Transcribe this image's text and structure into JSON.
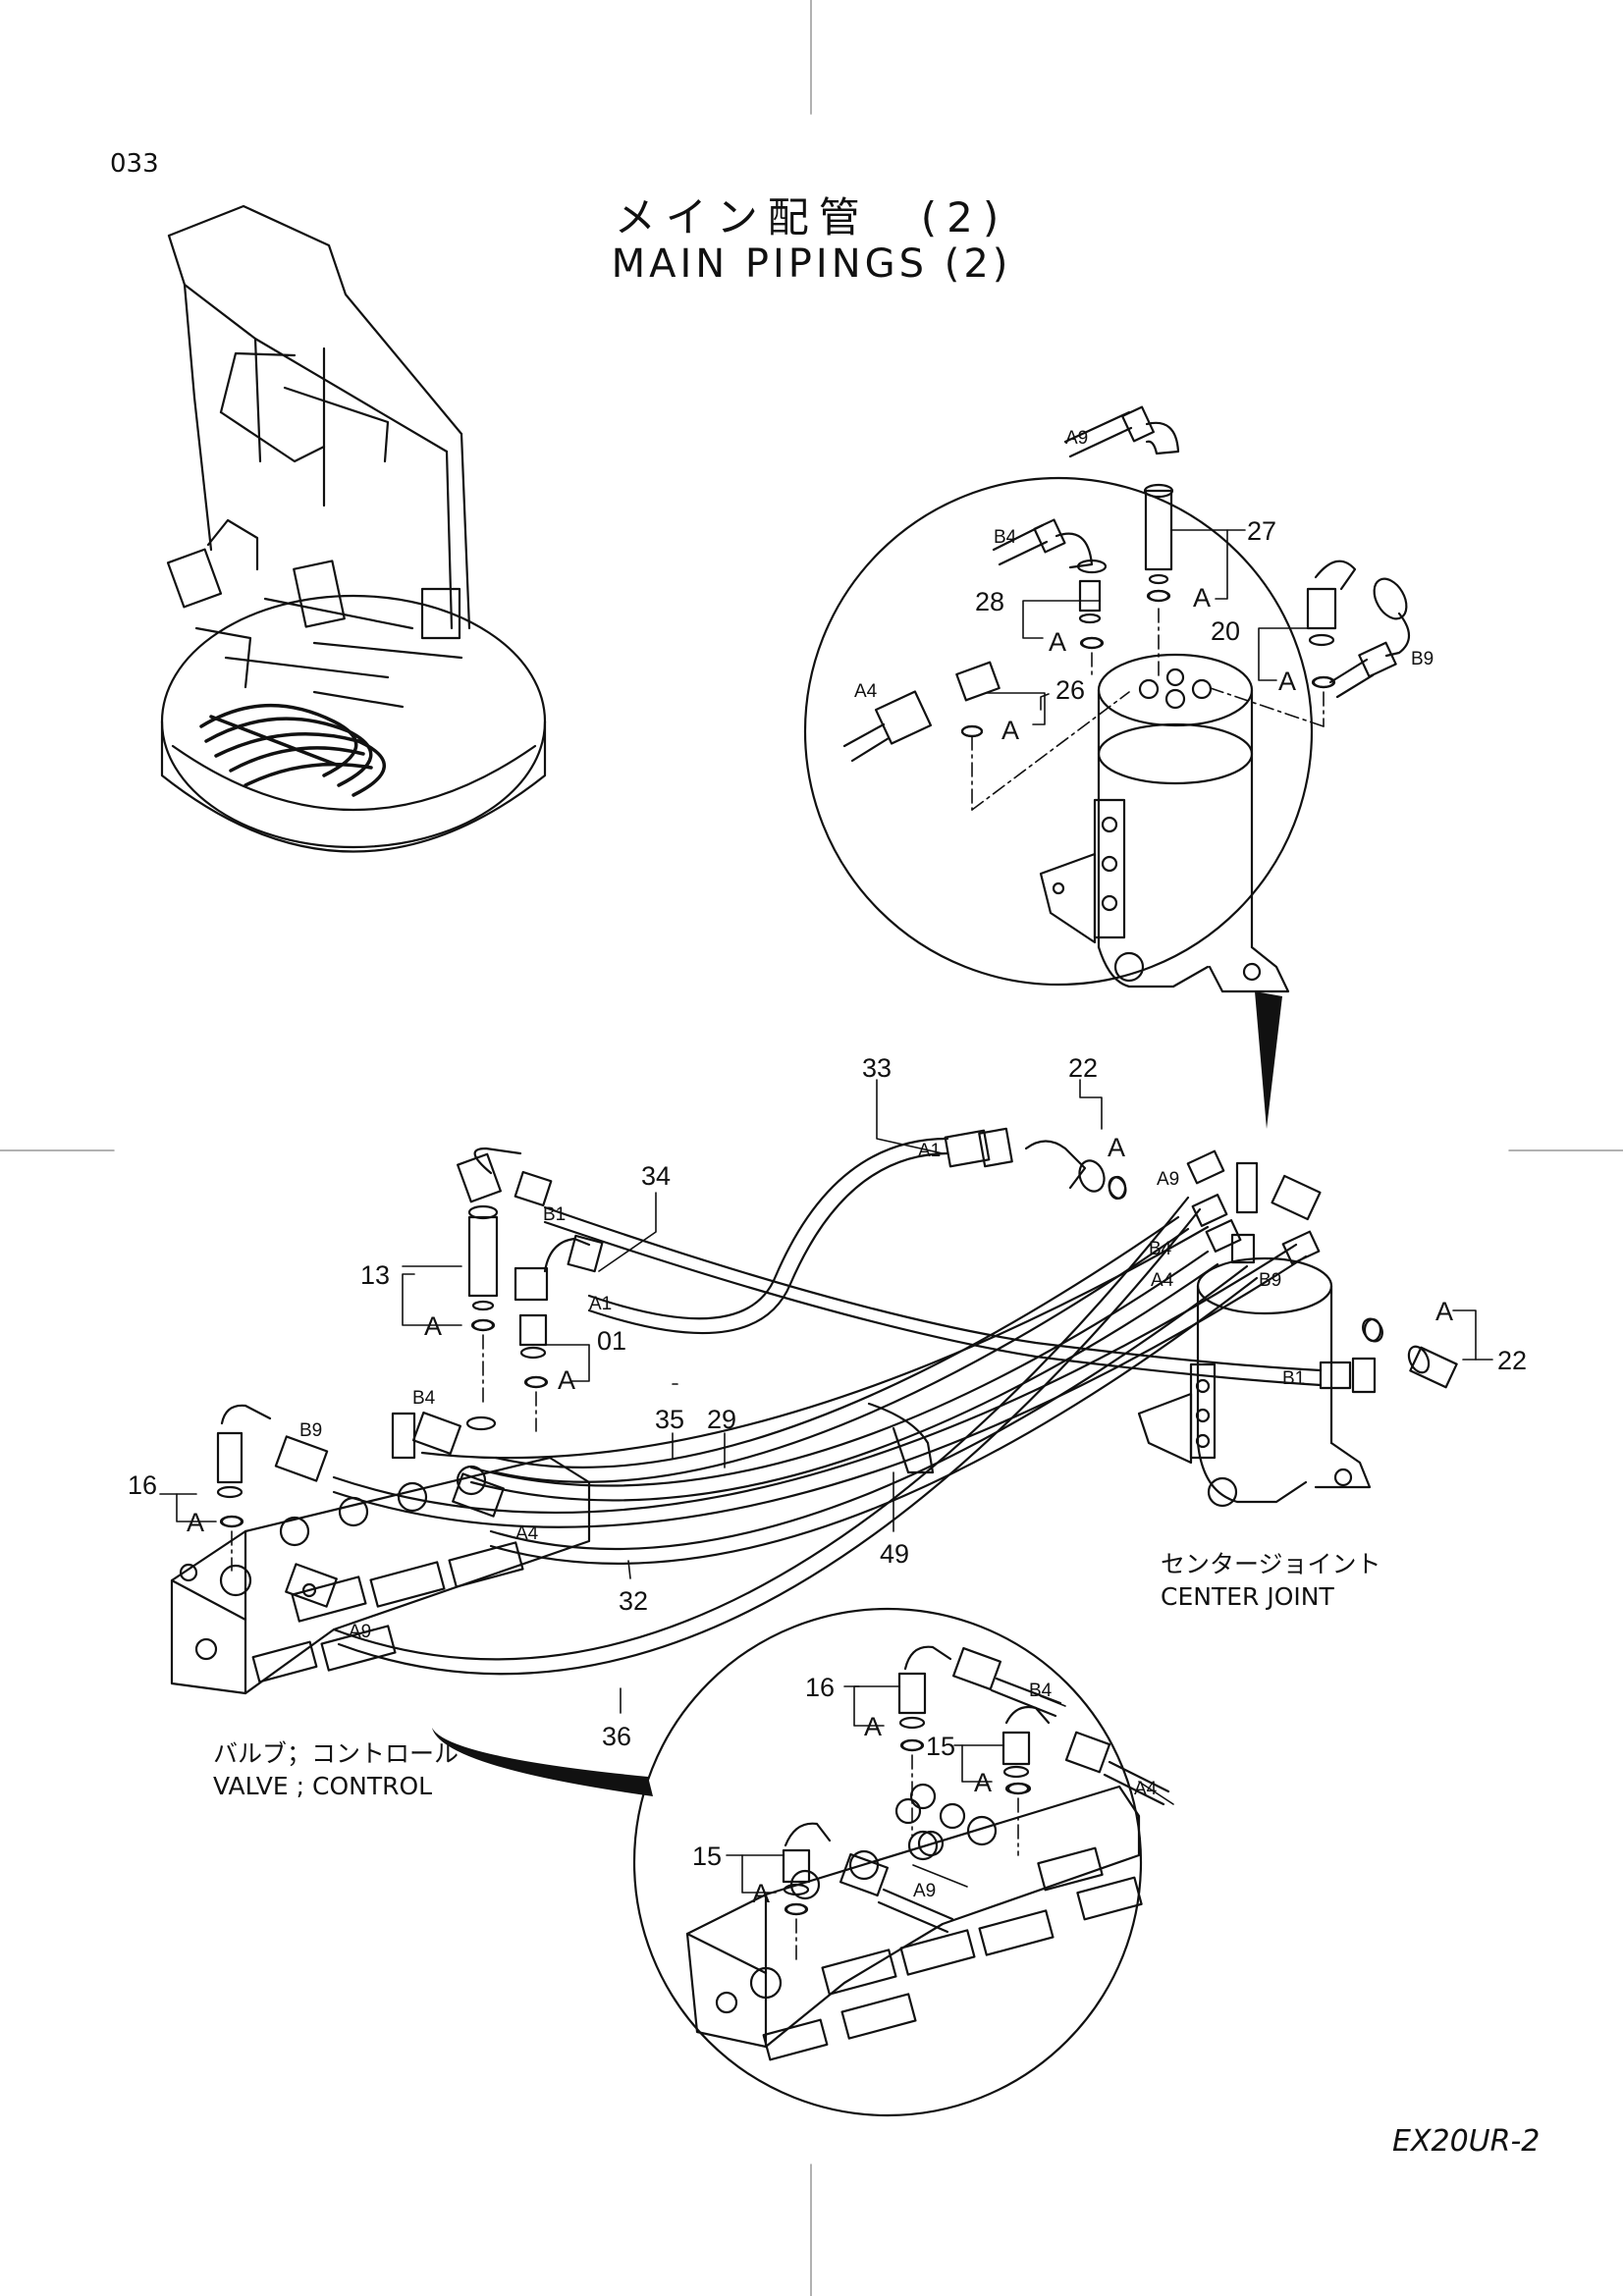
{
  "page": {
    "number": "033"
  },
  "title": {
    "japanese": "メイン配管　(2)",
    "english": "MAIN PIPINGS (2)"
  },
  "model": "EX20UR-2",
  "captions": {
    "center_joint": {
      "jp": "センタージョイント",
      "en": "CENTER JOINT"
    },
    "control_valve": {
      "jp": "バルブ；コントロール",
      "en": "VALVE ; CONTROL"
    }
  },
  "callouts": {
    "top_detail": {
      "c27": "27",
      "c28": "28",
      "c20": "20",
      "c26": "26"
    },
    "main": {
      "c33": "33",
      "c22a": "22",
      "c34": "34",
      "c13": "13",
      "c01": "01",
      "c22b": "22",
      "c35": "35",
      "c29": "29",
      "c16": "16",
      "c49": "49",
      "c32": "32",
      "c36": "36"
    },
    "bottom_detail": {
      "c16": "16",
      "c15a": "15",
      "c15b": "15"
    }
  },
  "o_ring_mark": "A",
  "ports": {
    "a1": "A1",
    "a4": "A4",
    "a9": "A9",
    "b1": "B1",
    "b4": "B4",
    "b9": "B9"
  }
}
